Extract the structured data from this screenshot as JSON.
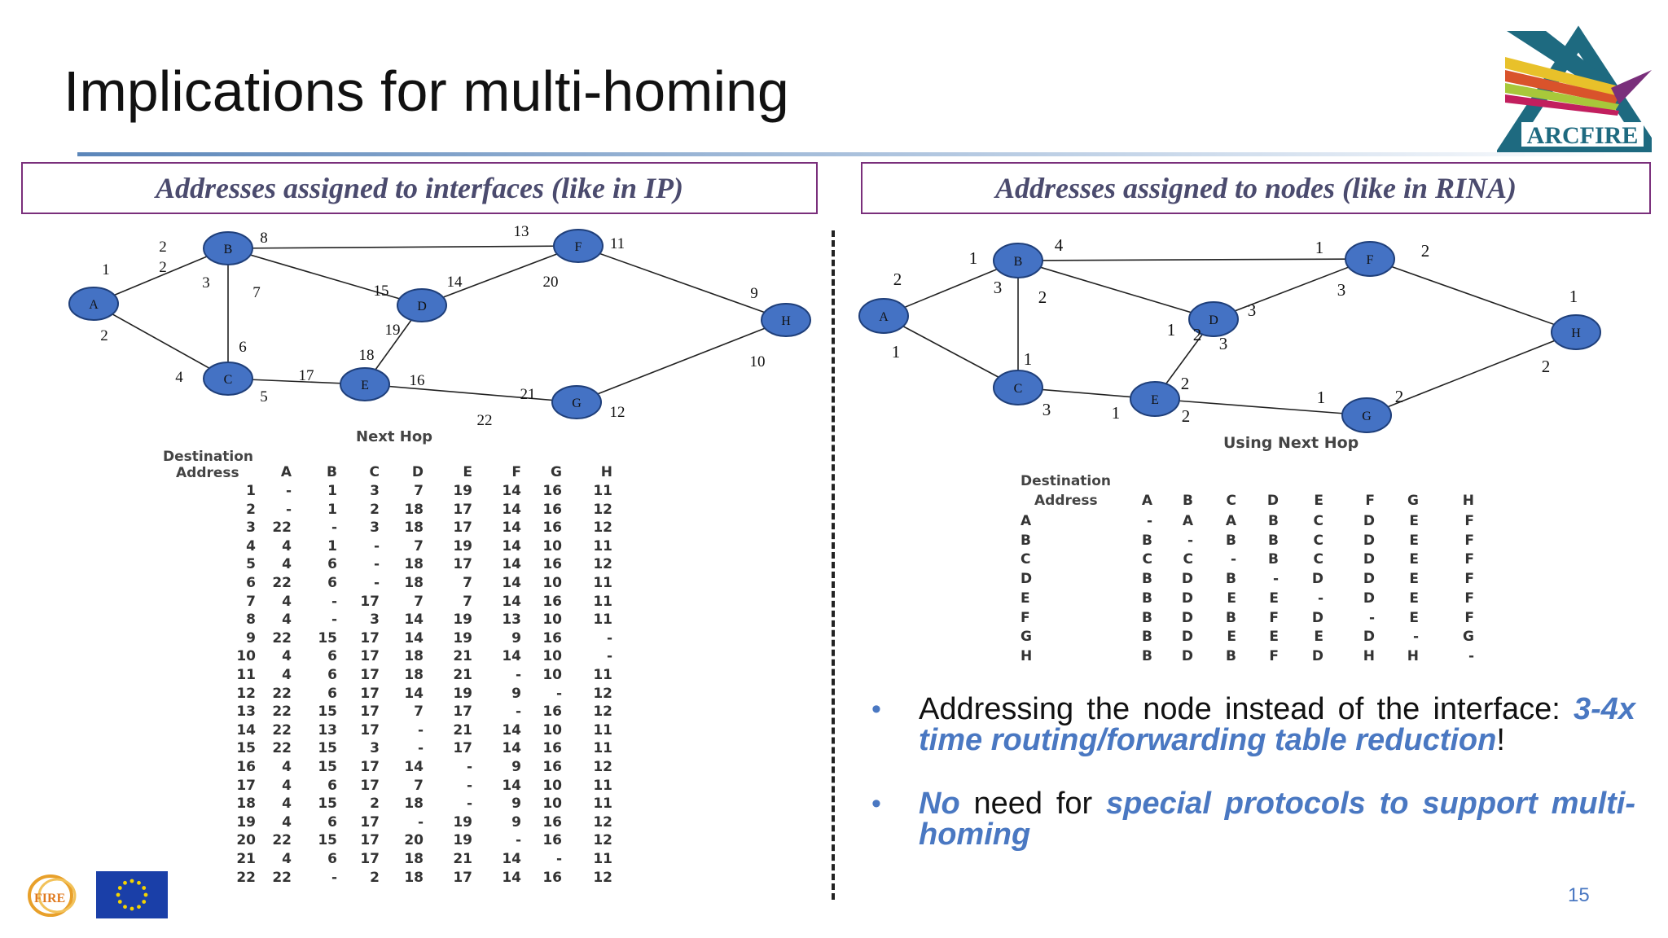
{
  "title": "Implications for multi-homing",
  "left_header": "Addresses assigned to interfaces (like in IP)",
  "right_header": "Addresses assigned to nodes (like in RINA)",
  "logo": {
    "text": "ARCFIRE",
    "fire_text": "FIRE"
  },
  "left_graph": {
    "nodes": [
      "A",
      "B",
      "C",
      "D",
      "E",
      "F",
      "G",
      "H"
    ],
    "interface_labels": [
      "1",
      "2",
      "2",
      "2",
      "3",
      "4",
      "5",
      "6",
      "7",
      "8",
      "9",
      "10",
      "11",
      "12",
      "13",
      "14",
      "15",
      "16",
      "17",
      "18",
      "19",
      "20",
      "21",
      "22"
    ]
  },
  "left_table": {
    "title": "Next Hop",
    "header_line1": "Destination",
    "header_line2": "Address",
    "columns": [
      "A",
      "B",
      "C",
      "D",
      "E",
      "F",
      "G",
      "H"
    ],
    "rows": [
      [
        "1",
        "-",
        "1",
        "3",
        "7",
        "19",
        "14",
        "16",
        "11"
      ],
      [
        "2",
        "-",
        "1",
        "2",
        "18",
        "17",
        "14",
        "16",
        "12"
      ],
      [
        "3",
        "22",
        "-",
        "3",
        "18",
        "17",
        "14",
        "16",
        "12"
      ],
      [
        "4",
        "4",
        "1",
        "-",
        "7",
        "19",
        "14",
        "10",
        "11"
      ],
      [
        "5",
        "4",
        "6",
        "-",
        "18",
        "17",
        "14",
        "16",
        "12"
      ],
      [
        "6",
        "22",
        "6",
        "-",
        "18",
        "7",
        "14",
        "10",
        "11"
      ],
      [
        "7",
        "4",
        "-",
        "17",
        "7",
        "7",
        "14",
        "16",
        "11"
      ],
      [
        "8",
        "4",
        "-",
        "3",
        "14",
        "19",
        "13",
        "10",
        "11"
      ],
      [
        "9",
        "22",
        "15",
        "17",
        "14",
        "19",
        "9",
        "16",
        "-"
      ],
      [
        "10",
        "4",
        "6",
        "17",
        "18",
        "21",
        "14",
        "10",
        "-"
      ],
      [
        "11",
        "4",
        "6",
        "17",
        "18",
        "21",
        "-",
        "10",
        "11"
      ],
      [
        "12",
        "22",
        "6",
        "17",
        "14",
        "19",
        "9",
        "-",
        "12"
      ],
      [
        "13",
        "22",
        "15",
        "17",
        "7",
        "17",
        "-",
        "16",
        "12"
      ],
      [
        "14",
        "22",
        "13",
        "17",
        "-",
        "21",
        "14",
        "10",
        "11"
      ],
      [
        "15",
        "22",
        "15",
        "3",
        "-",
        "17",
        "14",
        "16",
        "11"
      ],
      [
        "16",
        "4",
        "15",
        "17",
        "14",
        "-",
        "9",
        "16",
        "12"
      ],
      [
        "17",
        "4",
        "6",
        "17",
        "7",
        "-",
        "14",
        "10",
        "11"
      ],
      [
        "18",
        "4",
        "15",
        "2",
        "18",
        "-",
        "9",
        "10",
        "11"
      ],
      [
        "19",
        "4",
        "6",
        "17",
        "-",
        "19",
        "9",
        "16",
        "12"
      ],
      [
        "20",
        "22",
        "15",
        "17",
        "20",
        "19",
        "-",
        "16",
        "12"
      ],
      [
        "21",
        "4",
        "6",
        "17",
        "18",
        "21",
        "14",
        "-",
        "11"
      ],
      [
        "22",
        "22",
        "-",
        "2",
        "18",
        "17",
        "14",
        "16",
        "12"
      ]
    ]
  },
  "right_graph": {
    "nodes": [
      "A",
      "B",
      "C",
      "D",
      "E",
      "F",
      "G",
      "H"
    ],
    "port_labels": [
      "2",
      "1",
      "1",
      "3",
      "3",
      "4",
      "2",
      "1",
      "1",
      "3",
      "2",
      "3",
      "2",
      "1",
      "3",
      "1",
      "2",
      "1",
      "2",
      "2",
      "1",
      "2"
    ]
  },
  "right_table": {
    "title": "Using Next Hop",
    "header_line1": "Destination",
    "header_line2": "Address",
    "columns": [
      "A",
      "B",
      "C",
      "D",
      "E",
      "F",
      "G",
      "H"
    ],
    "rows": [
      [
        "A",
        "-",
        "A",
        "A",
        "B",
        "C",
        "D",
        "E",
        "F"
      ],
      [
        "B",
        "B",
        "-",
        "B",
        "B",
        "C",
        "D",
        "E",
        "F"
      ],
      [
        "C",
        "C",
        "C",
        "-",
        "B",
        "C",
        "D",
        "E",
        "F"
      ],
      [
        "D",
        "B",
        "D",
        "B",
        "-",
        "D",
        "D",
        "E",
        "F"
      ],
      [
        "E",
        "B",
        "D",
        "E",
        "E",
        "-",
        "D",
        "E",
        "F"
      ],
      [
        "F",
        "B",
        "D",
        "B",
        "F",
        "D",
        "-",
        "E",
        "F"
      ],
      [
        "G",
        "B",
        "D",
        "E",
        "E",
        "E",
        "D",
        "-",
        "G"
      ],
      [
        "H",
        "B",
        "D",
        "B",
        "F",
        "D",
        "H",
        "H",
        "-"
      ]
    ]
  },
  "bullets": [
    {
      "pre": "Addressing the node instead of the interface: ",
      "highlight": "3-4x time routing/forwarding table reduction",
      "post": "!"
    },
    {
      "highlight1": "No",
      "mid": " need for ",
      "highlight2": "special protocols to support multi-homing"
    }
  ],
  "page_number": "15",
  "colors": {
    "node_fill": "#4472c4",
    "accent": "#4a78c2",
    "header_border": "#7a2f7b"
  }
}
